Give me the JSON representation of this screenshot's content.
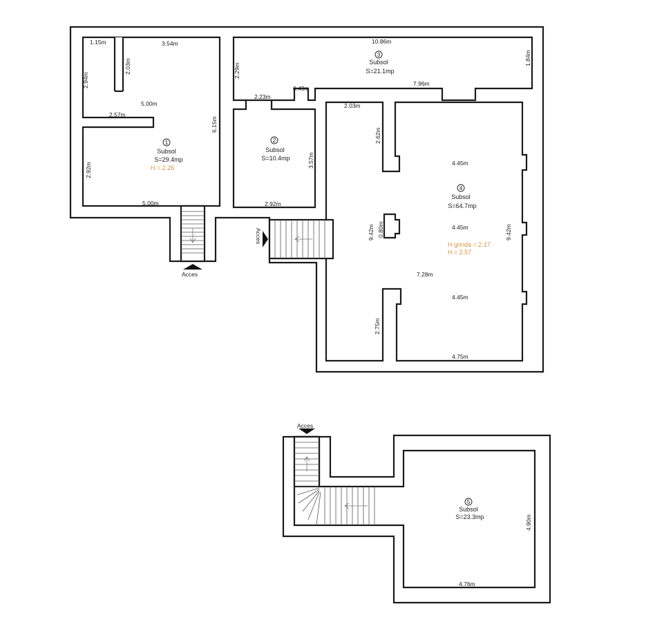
{
  "rooms": [
    {
      "number": "1",
      "name": "Subsol",
      "area": "S=29.4mp",
      "height": "H = 2.26"
    },
    {
      "number": "2",
      "name": "Subsol",
      "area": "S=10.4mp"
    },
    {
      "number": "3",
      "name": "Subsol",
      "area": "S=21.1mp"
    },
    {
      "number": "4",
      "name": "Subsol",
      "area": "S=64.7mp",
      "beam_height": "H grinda = 2.17",
      "height": "H = 2.57"
    },
    {
      "number": "5",
      "name": "Subsol",
      "area": "S=23.3mp"
    }
  ],
  "dimensions": {
    "d_1_15": "1.15m",
    "d_3_54": "3.54m",
    "d_2_94": "2.94m",
    "d_2_03_v": "2.03m",
    "d_5_00_a": "5.00m",
    "d_2_57": "2.57m",
    "d_6_15": "6.15m",
    "d_2_92_v": "2.92m",
    "d_5_00_b": "5.00m",
    "d_10_86": "10.86m",
    "d_2_29": "2.29m",
    "d_1_84": "1.84m",
    "d_0_49": "0.49m",
    "d_2_23": "2.23m",
    "d_7_96": "7.96m",
    "d_2_03_h": "2.03m",
    "d_2_62": "2.62m",
    "d_3_57": "3.57m",
    "d_2_92_h": "2.92m",
    "d_4_45_a": "4.45m",
    "d_4_45_b": "4.45m",
    "d_4_45_c": "4.45m",
    "d_9_42_a": "9.42m",
    "d_0_80": "0.80m",
    "d_9_42_b": "9.42m",
    "d_7_28": "7.28m",
    "d_2_75": "2.75m",
    "d_4_75": "4.75m",
    "d_4_90": "4.90m",
    "d_4_76": "4.76m"
  },
  "access": {
    "bottom_label": "Acces",
    "side_label": "Acces",
    "lower_plan_label": "Acces"
  },
  "colors": {
    "wall": "#1a1a1a",
    "height_note": "#d8943a"
  }
}
